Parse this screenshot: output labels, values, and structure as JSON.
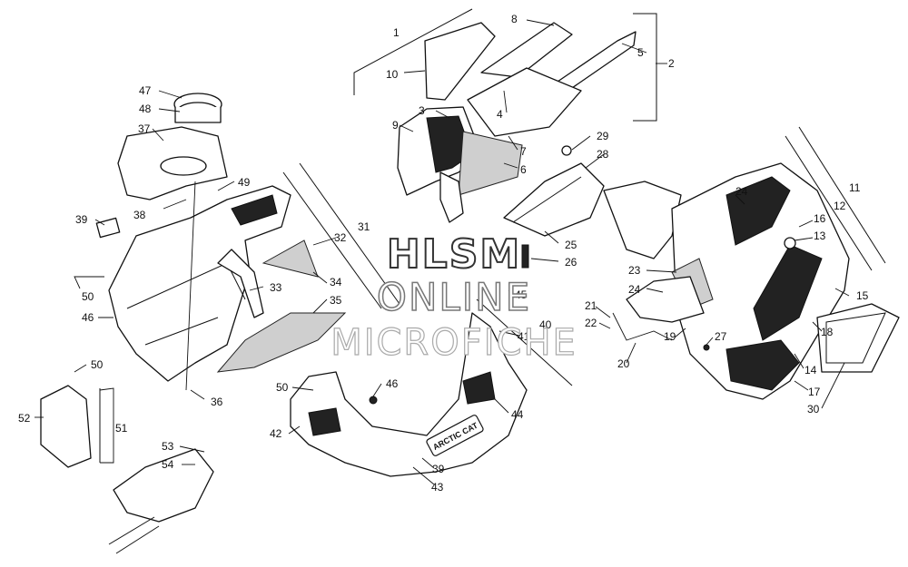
{
  "watermark": {
    "line1": "HLSM",
    "line2": "ONLINE",
    "line3": "MICROFICHE"
  },
  "brand_text": "ARCTIC CAT",
  "callouts": [
    "1",
    "2",
    "3",
    "4",
    "5",
    "6",
    "7",
    "8",
    "9",
    "10",
    "11",
    "12",
    "13",
    "14",
    "15",
    "16",
    "17",
    "18",
    "19",
    "20",
    "21",
    "22",
    "23",
    "24",
    "24",
    "25",
    "26",
    "27",
    "28",
    "29",
    "30",
    "31",
    "32",
    "33",
    "34",
    "35",
    "36",
    "37",
    "38",
    "39",
    "40",
    "41",
    "42",
    "43",
    "44",
    "45",
    "46",
    "46",
    "47",
    "48",
    "49",
    "50",
    "50",
    "50",
    "51",
    "52",
    "53",
    "54",
    "39"
  ]
}
